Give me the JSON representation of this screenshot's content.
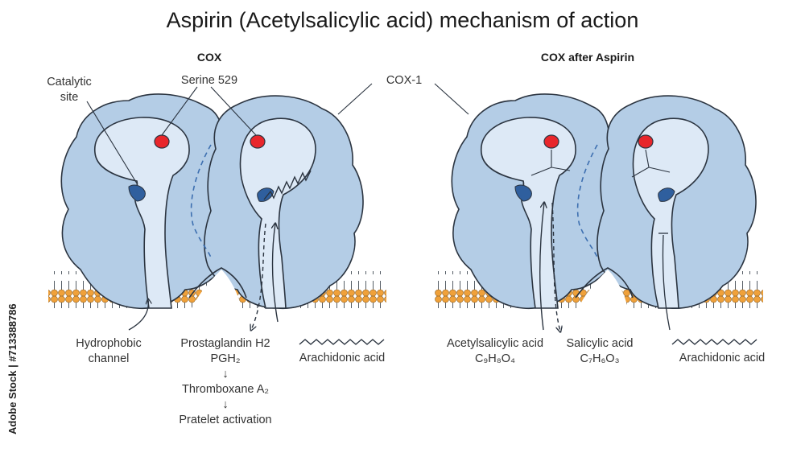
{
  "title": "Aspirin (Acetylsalicylic acid) mechanism of action",
  "panels": {
    "left_title": "COX",
    "right_title": "COX after Aspirin"
  },
  "labels": {
    "catalytic_site_line1": "Catalytic",
    "catalytic_site_line2": "site",
    "serine": "Serine 529",
    "cox1": "COX-1",
    "hydrophobic_line1": "Hydrophobic",
    "hydrophobic_line2": "channel",
    "pgh2_line1": "Prostaglandin H2",
    "pgh2_line2": "PGH₂",
    "arrow1": "↓",
    "thromboxane": "Thromboxane A₂",
    "arrow2": "↓",
    "platelet": "Pratelet activation",
    "arachidonic_left": "Arachidonic acid",
    "acetylsalicylic_line1": "Acetylsalicylic acid",
    "acetylsalicylic_line2": "C₉H₈O₄",
    "salicylic_line1": "Salicylic acid",
    "salicylic_line2": "C₇H₆O₃",
    "arachidonic_right": "Arachidonic acid"
  },
  "watermark": "Adobe Stock | #713388786",
  "colors": {
    "protein_fill": "#b4cde6",
    "channel_fill": "#dde9f6",
    "outline": "#2b3440",
    "serine_red": "#e8262b",
    "catalytic_blue": "#2f5f9e",
    "lipid_orange": "#f0a13a",
    "dashed_blue": "#3d6fb0"
  }
}
